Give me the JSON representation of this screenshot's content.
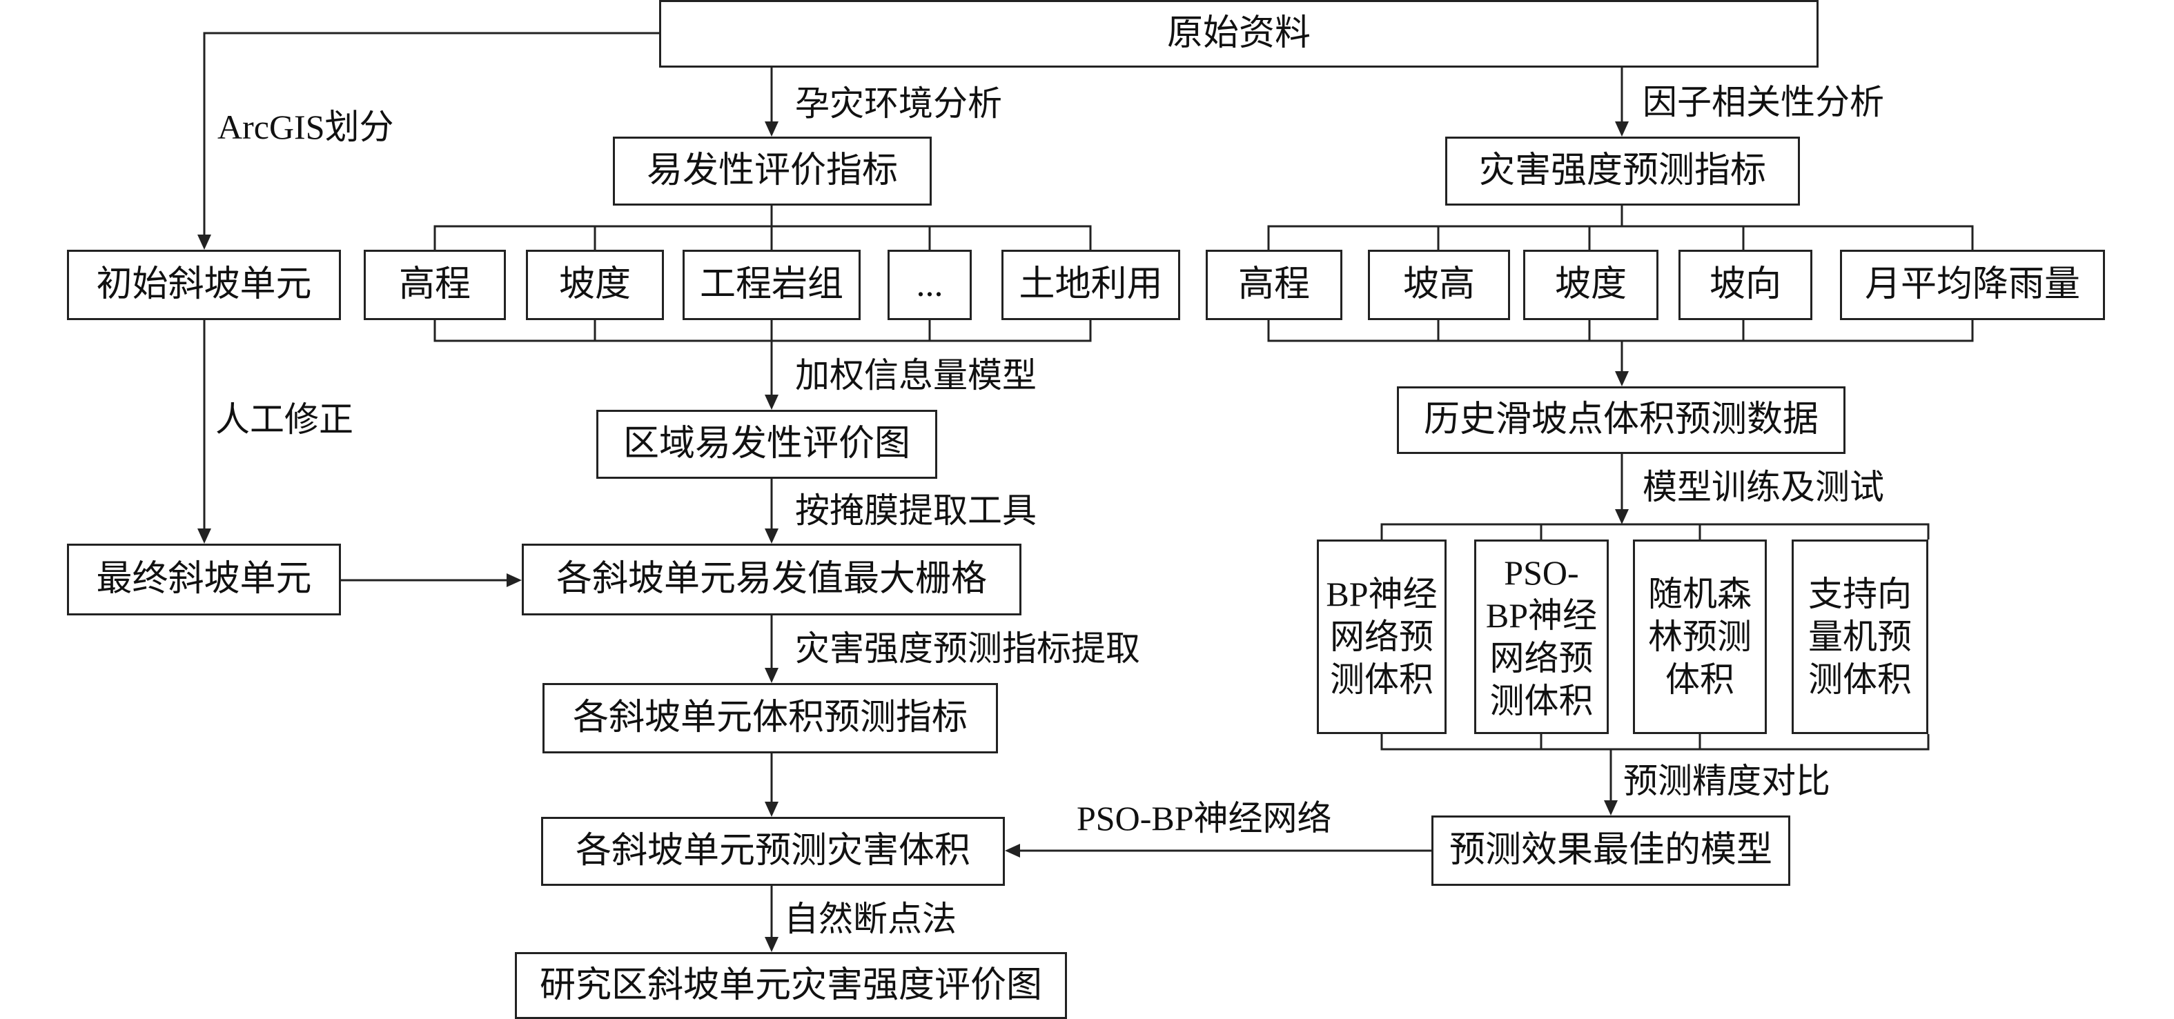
{
  "nodes": {
    "raw_data": "原始资料",
    "susceptibility_index": "易发性评价指标",
    "hazard_index": "灾害强度预测指标",
    "initial_slope_unit": "初始斜坡单元",
    "final_slope_unit": "最终斜坡单元",
    "sus_factors": [
      "高程",
      "坡度",
      "工程岩组",
      "...",
      "土地利用"
    ],
    "hazard_factors": [
      "高程",
      "坡高",
      "坡度",
      "坡向",
      "月平均降雨量"
    ],
    "regional_map": "区域易发性评价图",
    "max_grid": "各斜坡单元易发值最大栅格",
    "volume_index": "各斜坡单元体积预测指标",
    "predicted_volume": "各斜坡单元预测灾害体积",
    "final_map": "研究区斜坡单元灾害强度评价图",
    "history_data": "历史滑坡点体积预测数据",
    "models": [
      "BP神经\n网络预\n测体积",
      "PSO-\nBP神经\n网络预\n测体积",
      "随机森\n林预测\n体积",
      "支持向\n量机预\n测体积"
    ],
    "best_model": "预测效果最佳的模型"
  },
  "edges": {
    "arcgis": "ArcGIS划分",
    "disaster_env": "孕灾环境分析",
    "factor_corr": "因子相关性分析",
    "manual": "人工修正",
    "weighted_info": "加权信息量模型",
    "mask_tool": "按掩膜提取工具",
    "hazard_extract": "灾害强度预测指标提取",
    "train_test": "模型训练及测试",
    "accuracy": "预测精度对比",
    "pso_bp": "PSO-BP神经网络",
    "natural_breaks": "自然断点法"
  }
}
